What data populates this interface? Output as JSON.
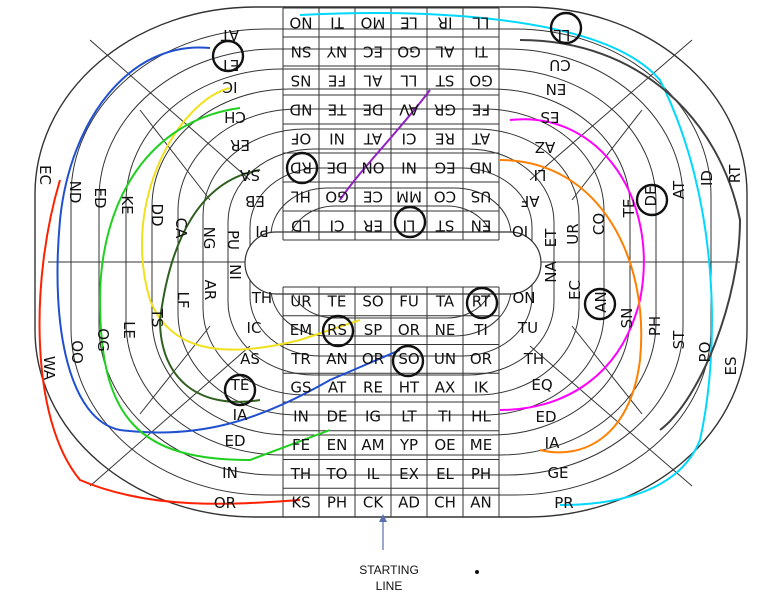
{
  "grid": {
    "rows": [
      [
        "NO",
        "TI",
        "MO",
        "LE",
        "IR",
        "LL"
      ],
      [
        "SN",
        "NY",
        "EC",
        "GO",
        "AL",
        "TI"
      ],
      [
        "NS",
        "FE",
        "AL",
        "LL",
        "ST",
        "GO"
      ],
      [
        "ND",
        "TE",
        "DE",
        "AV",
        "GR",
        "FE"
      ],
      [
        "OF",
        "NI",
        "AT",
        "CI",
        "RE",
        "AT"
      ],
      [
        "RD",
        "DE",
        "ON",
        "NI",
        "EG",
        "ND"
      ],
      [
        "HL",
        "GO",
        "CE",
        "MM",
        "CO",
        "US"
      ],
      [
        "LD",
        "CI",
        "ER",
        "LI",
        "ST",
        "EN"
      ],
      [
        "UR",
        "TE",
        "SO",
        "FU",
        "TA",
        "RT"
      ],
      [
        "EM",
        "RS",
        "SP",
        "OR",
        "NE",
        "TI"
      ],
      [
        "TR",
        "AN",
        "OR",
        "SO",
        "UN",
        "OR"
      ],
      [
        "GS",
        "AT",
        "RE",
        "HT",
        "AX",
        "IK"
      ],
      [
        "IN",
        "DE",
        "IG",
        "LT",
        "TI",
        "HL"
      ],
      [
        "FE",
        "EN",
        "AM",
        "YP",
        "OE",
        "ME"
      ],
      [
        "TH",
        "TO",
        "IL",
        "EX",
        "EL",
        "PH"
      ],
      [
        "KS",
        "PH",
        "CK",
        "AD",
        "CH",
        "AN"
      ]
    ],
    "flipped_rows": 8
  },
  "ring_labels": {
    "top_left": [
      "AT",
      "ET",
      "IC",
      "CH",
      "ER",
      "SA",
      "EB",
      "PI"
    ],
    "top_right": [
      "LL",
      "CU",
      "EN",
      "ES",
      "AZ",
      "LI",
      "AF",
      "IO"
    ],
    "left_side": [
      "EC",
      "ND",
      "ED",
      "KE",
      "DD",
      "CA",
      "NG",
      "PU",
      "NI",
      "AR",
      "LF",
      "TS",
      "LE",
      "OG",
      "OO",
      "WA"
    ],
    "right_side": [
      "RT",
      "ID",
      "AT",
      "DE",
      "TE",
      "CO",
      "UR",
      "ET",
      "NA",
      "EC",
      "AN",
      "SN",
      "PH",
      "ST",
      "PO",
      "ES"
    ],
    "bottom_left": [
      "TH",
      "IC",
      "AS",
      "TE",
      "IA",
      "ED",
      "IN",
      "OR"
    ],
    "bottom_right": [
      "ON",
      "TU",
      "TH",
      "EQ",
      "ED",
      "IA",
      "GE",
      "PR"
    ]
  },
  "circled": [
    "TI",
    "ET",
    "NI",
    "LI",
    "DE",
    "AN",
    "TE",
    "RS",
    "SO",
    "RT"
  ],
  "caption": {
    "line1": "STARTING",
    "line2": "LINE"
  },
  "colors": {
    "stroke": "#333333",
    "text": "#111111",
    "arrow": "#5a6fb0"
  }
}
